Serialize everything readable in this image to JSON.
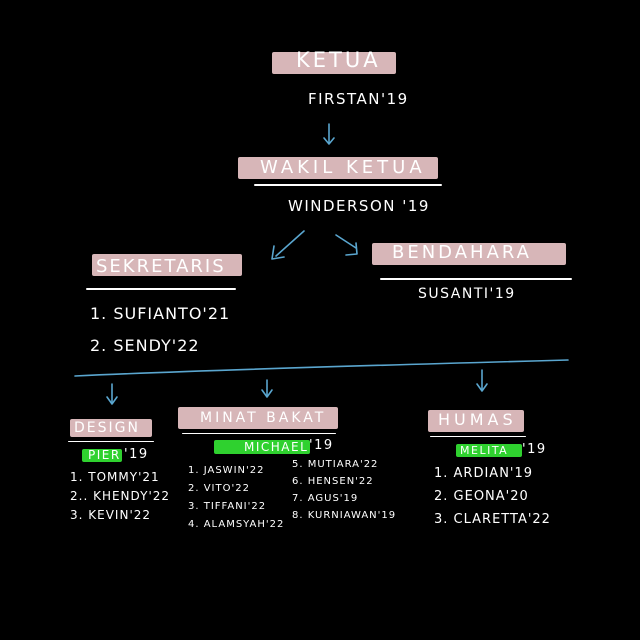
{
  "ketua": {
    "title": "KETUA",
    "name": "FIRSTAN'19"
  },
  "wakil": {
    "title": "WAKIL KETUA",
    "name": "WINDERSON '19"
  },
  "sekretaris": {
    "title": "SEKRETARIS",
    "members": [
      "1. SUFIANTO'21",
      "2. SENDY'22"
    ]
  },
  "bendahara": {
    "title": "BENDAHARA",
    "name": "SUSANTI'19"
  },
  "design": {
    "title": "DESIGN",
    "lead": "PIER",
    "lead_year": "'19",
    "members": [
      "1. TOMMY'21",
      "2.. KHENDY'22",
      "3. KEVIN'22"
    ]
  },
  "minat_bakat": {
    "title": "MINAT BAKAT",
    "lead": "MICHAEL",
    "lead_year": "'19",
    "members_left": [
      "1. JASWIN'22",
      "2. VITO'22",
      "3. TIFFANI'22",
      "4. ALAMSYAH'22"
    ],
    "members_right": [
      "5. MUTIARA'22",
      "6. HENSEN'22",
      "7. AGUS'19",
      "8. KURNIAWAN'19"
    ]
  },
  "humas": {
    "title": "HUMAS",
    "lead": "MELITA",
    "lead_year": "'19",
    "members": [
      "1. ARDIAN'19",
      "2. GEONA'20",
      "3. CLARETTA'22"
    ]
  },
  "colors": {
    "background": "#000000",
    "highlight": "#e9c6c8",
    "lead_highlight": "#2fd12f",
    "arrow": "#5aa6cf",
    "text": "#ffffff"
  }
}
